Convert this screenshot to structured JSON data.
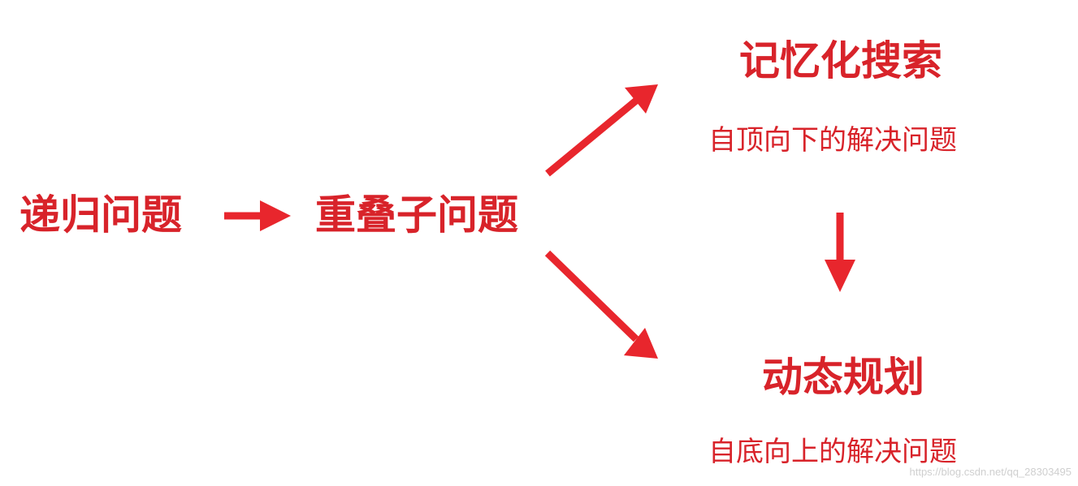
{
  "nodes": {
    "recursion": "递归问题",
    "overlap": "重叠子问题",
    "memoization": "记忆化搜索",
    "memoization_desc": "自顶向下的解决问题",
    "dynamic_programming": "动态规划",
    "dynamic_programming_desc": "自底向上的解决问题"
  },
  "watermark": "https://blog.csdn.net/qq_28303495",
  "colors": {
    "text": "#d8232a",
    "arrow": "#e8262d",
    "background": "#ffffff"
  }
}
